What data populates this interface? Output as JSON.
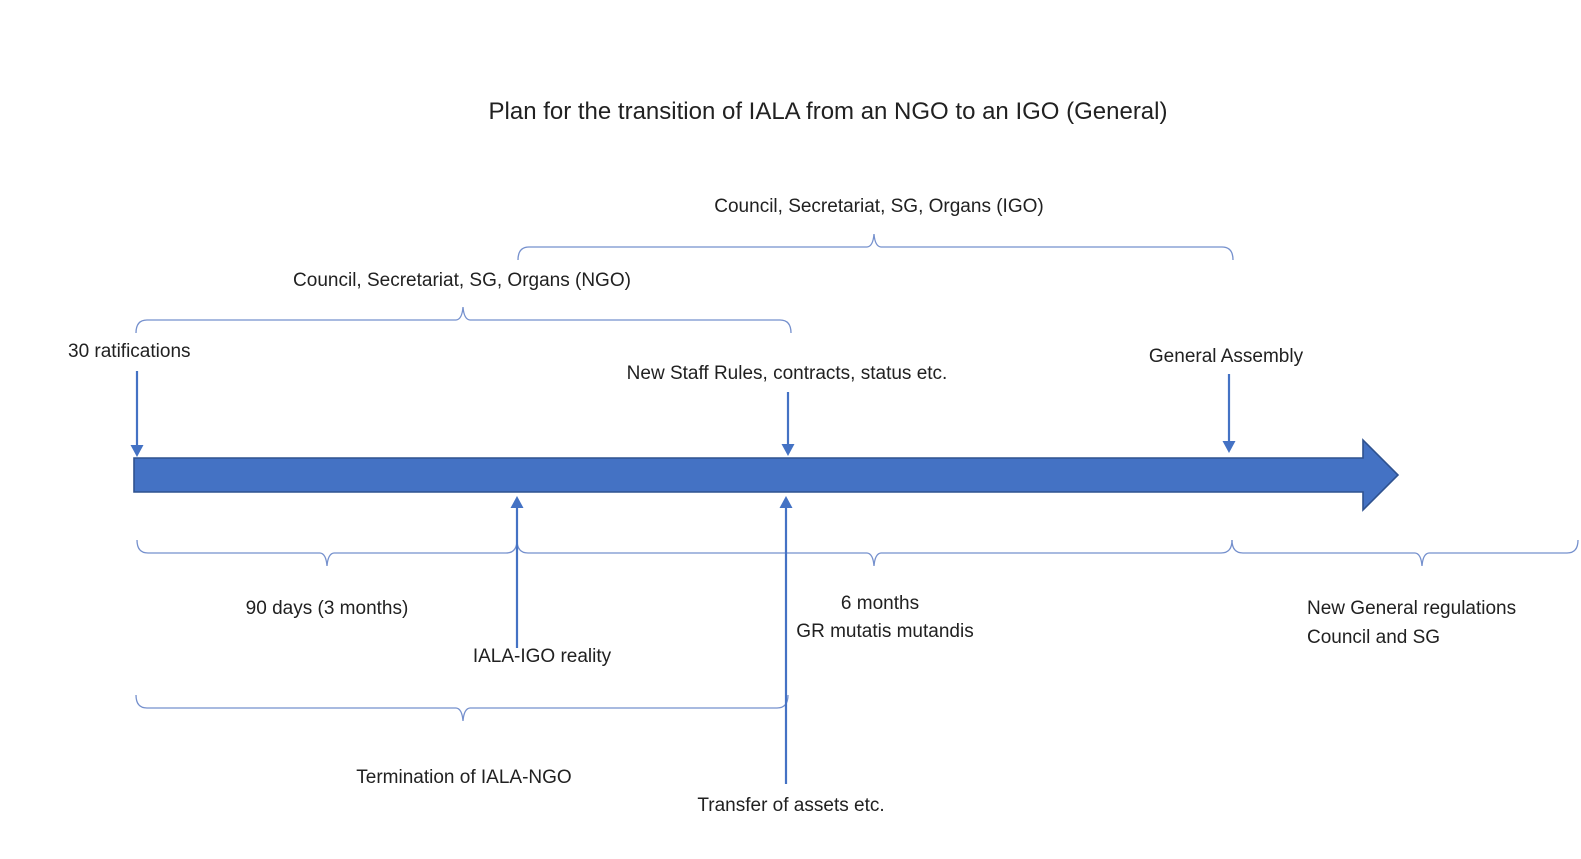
{
  "title": "Plan for the transition of IALA from an NGO to an IGO (General)",
  "labels": {
    "igo_span": "Council, Secretariat, SG, Organs (IGO)",
    "ngo_span": "Council, Secretariat, SG, Organs (NGO)",
    "ratifications": "30 ratifications",
    "new_staff_rules": "New Staff Rules, contracts, status etc.",
    "general_assembly": "General Assembly",
    "ninety_days": "90 days (3 months)",
    "iala_igo_reality": "IALA-IGO reality",
    "six_months": "6 months",
    "gr_mutatis_mutandis": "GR mutatis mutandis",
    "new_general_regulations_line1": "New General regulations",
    "new_general_regulations_line2": "Council and SG",
    "termination": "Termination of IALA-NGO",
    "transfer_of_assets": "Transfer of assets etc."
  },
  "colors": {
    "background": "#FFFFFF",
    "text": "#212121",
    "timeline_fill": "#4472C4",
    "timeline_border": "#2F528F",
    "arrow": "#4472C4",
    "brace": "#7590CD"
  }
}
